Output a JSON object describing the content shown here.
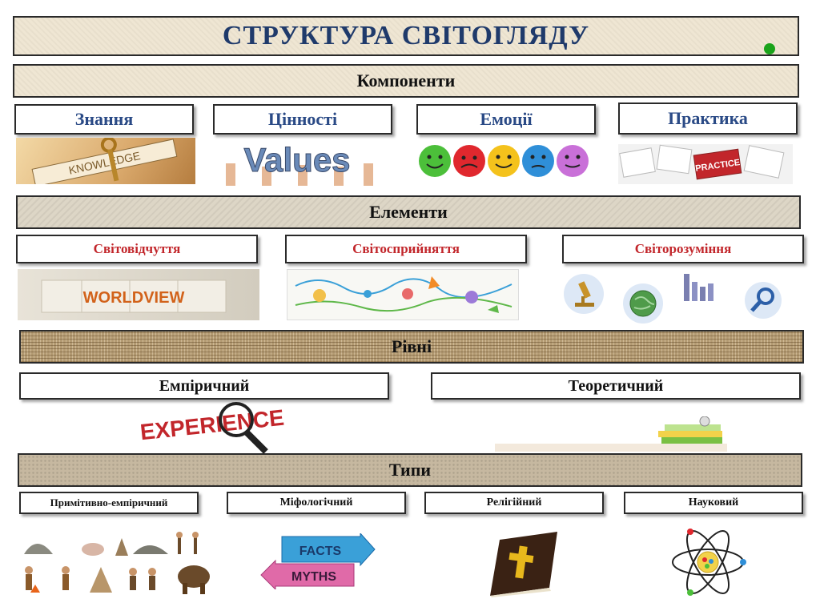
{
  "title": "СТРУКТУРА СВІТОГЛЯДУ",
  "sections": {
    "components": {
      "header": "Компоненти",
      "items": [
        "Знання",
        "Цінності",
        "Емоції",
        "Практика"
      ],
      "image_texts": [
        "KNOWLEDGE",
        "Values",
        "",
        "PRACTICE"
      ]
    },
    "elements": {
      "header": "Елементи",
      "items": [
        "Світовідчуття",
        "Світосприйняття",
        "Світорозуміння"
      ],
      "image_texts": [
        "WORLDVIEW"
      ]
    },
    "levels": {
      "header": "Рівні",
      "items": [
        "Емпіричний",
        "Теоретичний"
      ],
      "image_texts": [
        "EXPERIENCE"
      ]
    },
    "types": {
      "header": "Типи",
      "items": [
        "Примітивно-емпіричний",
        "Міфологічний",
        "Релігійний",
        "Науковий"
      ],
      "image_texts": [
        "FACTS",
        "MYTHS"
      ]
    }
  },
  "colors": {
    "title": "#1f3a6b",
    "components_text": "#2a4a86",
    "elements_text": "#c2262b",
    "dot": "#1aa31a"
  },
  "icons": [
    "knowledge-key-icon",
    "values-hands-icon",
    "emotion-faces-icon",
    "practice-cubes-icon",
    "worldview-puzzle-icon",
    "sketchnote-icon",
    "microscope-icon",
    "globe-icon",
    "bar-chart-icon",
    "magnifier-icon",
    "experience-magnifier-icon",
    "books-clock-icon",
    "primitive-people-icon",
    "facts-myths-arrows-icon",
    "bible-cross-icon",
    "atom-icon"
  ]
}
